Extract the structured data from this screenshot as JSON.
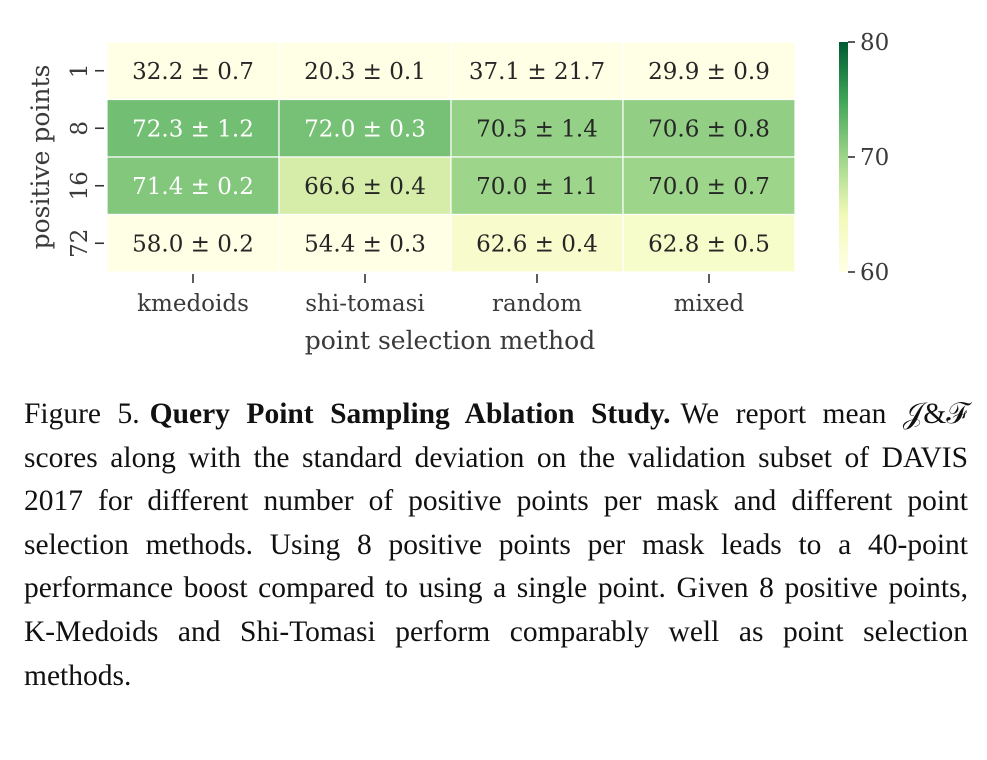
{
  "chart_data": {
    "type": "heatmap",
    "xlabel": "point selection method",
    "ylabel": "positive points",
    "x_categories": [
      "kmedoids",
      "shi-tomasi",
      "random",
      "mixed"
    ],
    "y_categories": [
      "1",
      "8",
      "16",
      "72"
    ],
    "values": [
      [
        32.2,
        20.3,
        37.1,
        29.9
      ],
      [
        72.3,
        72.0,
        70.5,
        70.6
      ],
      [
        71.4,
        66.6,
        70.0,
        70.0
      ],
      [
        58.0,
        54.4,
        62.6,
        62.8
      ]
    ],
    "std": [
      [
        0.7,
        0.1,
        21.7,
        0.9
      ],
      [
        1.2,
        0.3,
        1.4,
        0.8
      ],
      [
        0.2,
        0.4,
        1.1,
        0.7
      ],
      [
        0.2,
        0.3,
        0.4,
        0.5
      ]
    ],
    "cell_labels": [
      [
        "32.2 ± 0.7",
        "20.3 ± 0.1",
        "37.1 ± 21.7",
        "29.9 ± 0.9"
      ],
      [
        "72.3 ± 1.2",
        "72.0 ± 0.3",
        "70.5 ± 1.4",
        "70.6 ± 0.8"
      ],
      [
        "71.4 ± 0.2",
        "66.6 ± 0.4",
        "70.0 ± 1.1",
        "70.0 ± 0.7"
      ],
      [
        "58.0 ± 0.2",
        "54.4 ± 0.3",
        "62.6 ± 0.4",
        "62.8 ± 0.5"
      ]
    ],
    "colorbar": {
      "min": 60,
      "max": 80,
      "ticks": [
        "60",
        "70",
        "80"
      ],
      "colormap": "YlGn"
    },
    "grid": false,
    "legend": "colorbar-right"
  },
  "caption": {
    "label": "Figure 5.",
    "title": "Query Point Sampling Ablation Study.",
    "text": "We report mean 𝒥&ℱ scores along with the standard deviation on the validation subset of DAVIS 2017 for different number of positive points per mask and different point selection methods. Using 8 positive points per mask leads to a 40-point performance boost compared to using a single point. Given 8 positive points, K-Medoids and Shi-Tomasi perform comparably well as point selection methods."
  }
}
